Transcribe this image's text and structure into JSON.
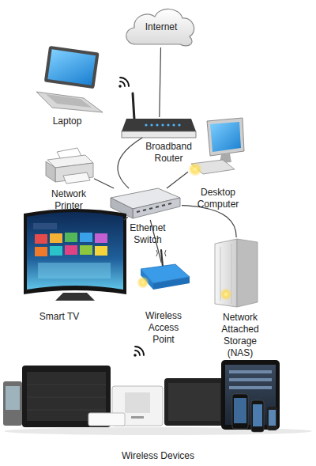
{
  "diagram": {
    "nodes": [
      {
        "text": [
          "Internet"
        ]
      },
      {
        "text": [
          "Laptop"
        ]
      },
      {
        "text": [
          "Broadband Router"
        ]
      },
      {
        "text": [
          "Network Printer"
        ]
      },
      {
        "text": [
          "Desktop Computer"
        ]
      },
      {
        "text": [
          "Ethernet Switch"
        ]
      },
      {
        "text": [
          "Smart TV"
        ]
      },
      {
        "text": [
          "Wireless Access Point"
        ]
      },
      {
        "text": [
          "Network Attached Storage (NAS)"
        ]
      },
      {
        "text": [
          "Wireless Devices"
        ]
      }
    ],
    "edges": [
      {
        "from": 0,
        "to": 2,
        "arrow": "none"
      },
      {
        "from": 2,
        "to": 5,
        "arrow": "none"
      },
      {
        "from": 3,
        "to": 5,
        "arrow": "none"
      },
      {
        "from": 4,
        "to": 5,
        "arrow": "none"
      },
      {
        "from": 6,
        "to": 5,
        "arrow": "none"
      },
      {
        "from": 7,
        "to": 5,
        "arrow": "none"
      },
      {
        "from": 8,
        "to": 5,
        "arrow": "none"
      }
    ]
  }
}
